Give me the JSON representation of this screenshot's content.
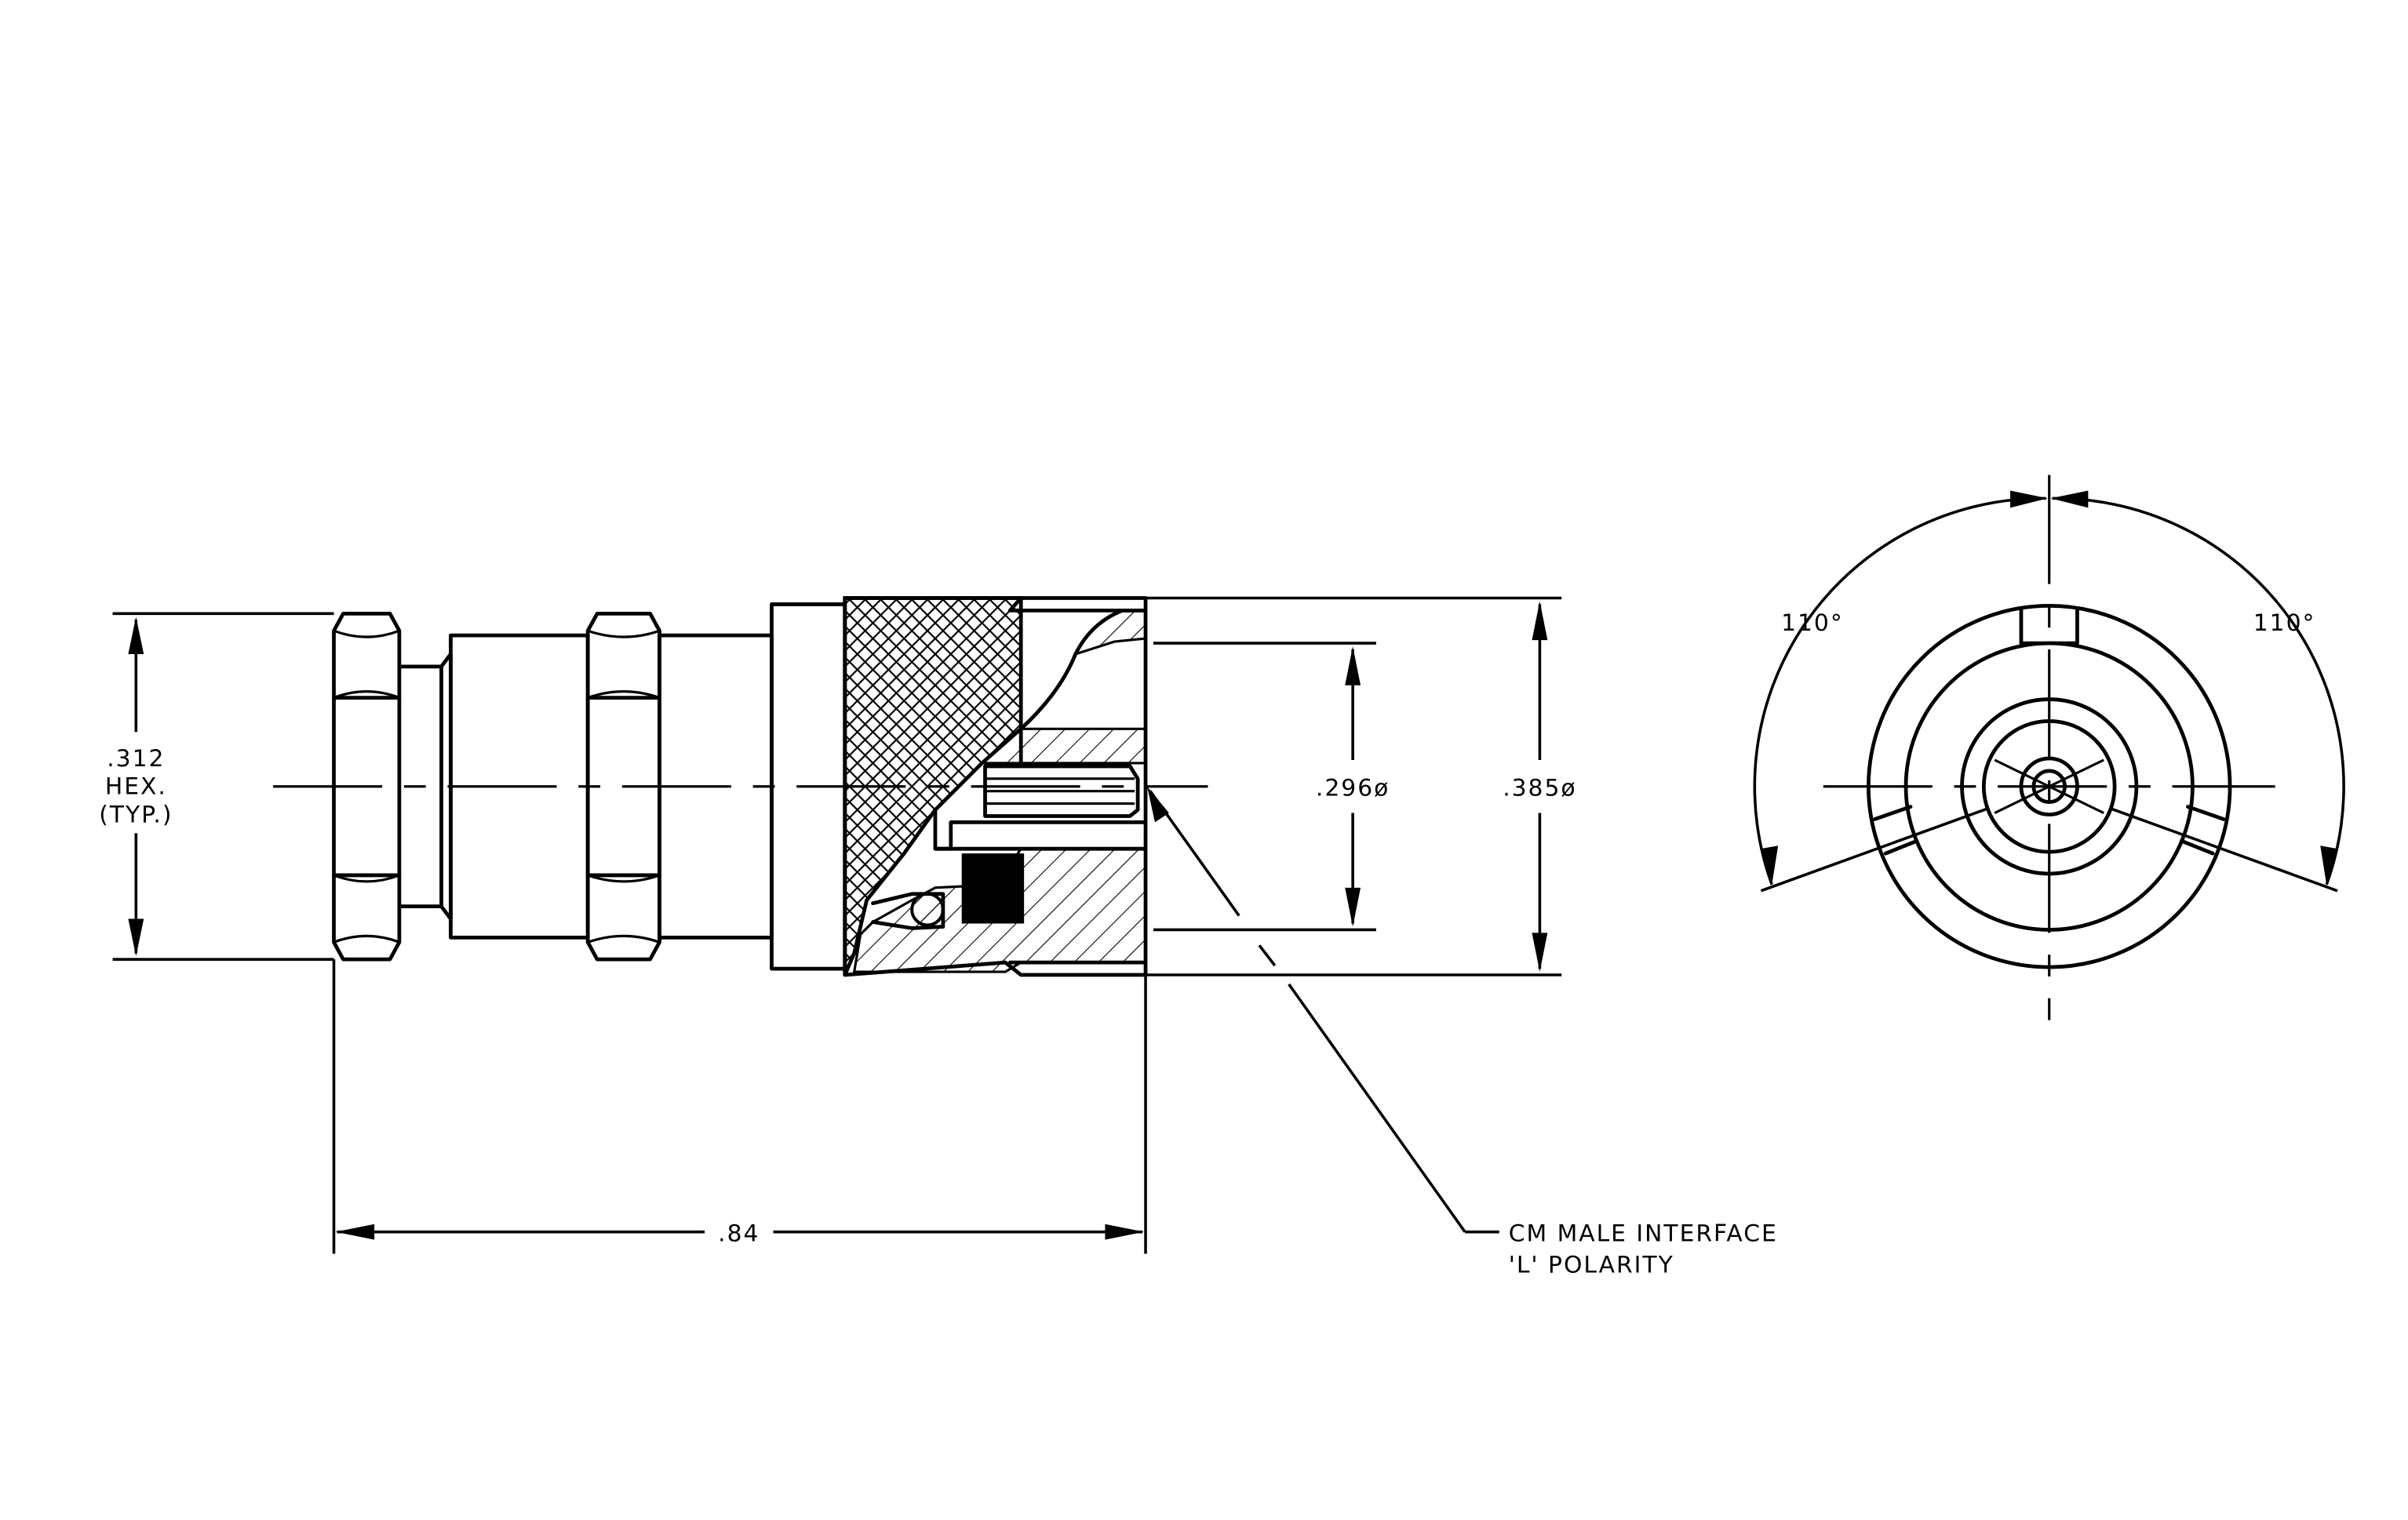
{
  "labels": {
    "hex_size": ".312",
    "hex_word": "HEX.",
    "hex_typ": "(TYP.)",
    "length": ".84",
    "dia_inner": ".296ø",
    "dia_outer": ".385ø",
    "angle_left": "110°",
    "angle_right": "110°",
    "note_line1": "CM MALE INTERFACE",
    "note_line2": "'L' POLARITY"
  }
}
